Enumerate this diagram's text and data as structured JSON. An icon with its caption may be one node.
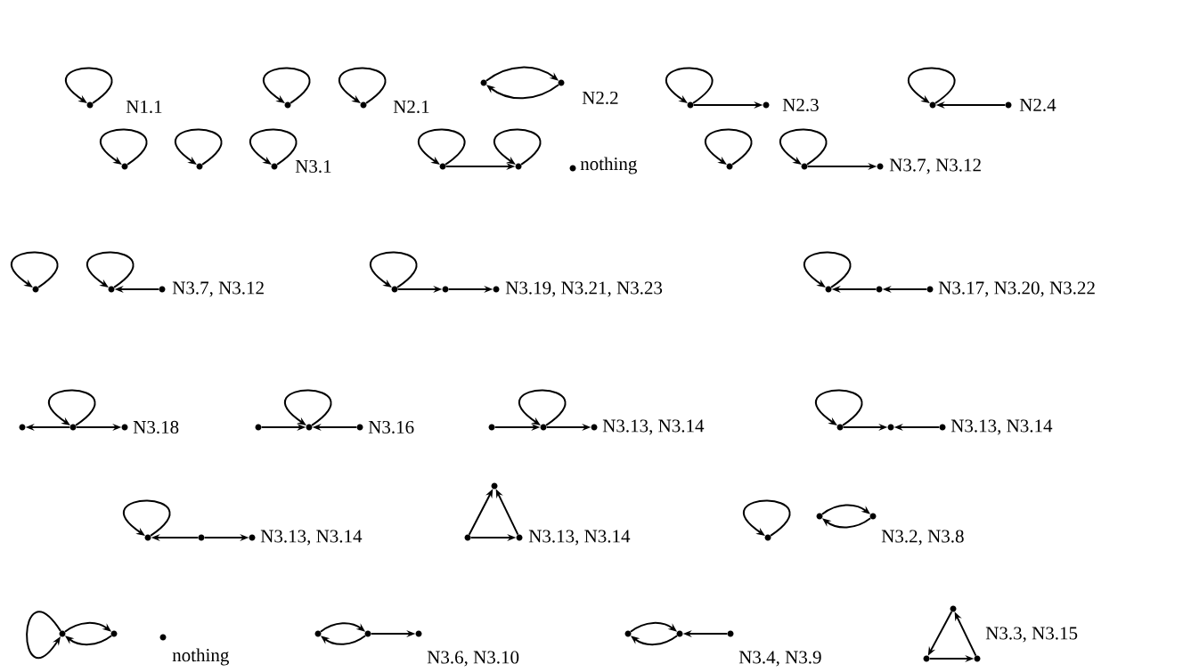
{
  "diagram": {
    "nodes": [
      {
        "text": [],
        "shape": "circle"
      },
      {
        "text": [],
        "shape": "circle"
      },
      {
        "text": [],
        "shape": "circle"
      },
      {
        "text": [],
        "shape": "circle"
      },
      {
        "text": [],
        "shape": "circle"
      },
      {
        "text": [],
        "shape": "circle"
      },
      {
        "text": [],
        "shape": "circle"
      },
      {
        "text": [],
        "shape": "circle"
      },
      {
        "text": [],
        "shape": "circle"
      },
      {
        "text": [],
        "shape": "circle"
      },
      {
        "text": [],
        "shape": "circle"
      },
      {
        "text": [],
        "shape": "circle"
      },
      {
        "text": [],
        "shape": "circle"
      },
      {
        "text": [],
        "shape": "circle"
      },
      {
        "text": [],
        "shape": "circle"
      },
      {
        "text": [],
        "shape": "circle"
      },
      {
        "text": [],
        "shape": "circle"
      },
      {
        "text": [],
        "shape": "circle"
      },
      {
        "text": [],
        "shape": "circle"
      },
      {
        "text": [],
        "shape": "circle"
      },
      {
        "text": [],
        "shape": "circle"
      },
      {
        "text": [],
        "shape": "circle"
      },
      {
        "text": [],
        "shape": "circle"
      },
      {
        "text": [],
        "shape": "circle"
      },
      {
        "text": [],
        "shape": "circle"
      },
      {
        "text": [],
        "shape": "circle"
      },
      {
        "text": [],
        "shape": "circle"
      },
      {
        "text": [],
        "shape": "circle"
      },
      {
        "text": [],
        "shape": "circle"
      },
      {
        "text": [],
        "shape": "circle"
      },
      {
        "text": [],
        "shape": "circle"
      },
      {
        "text": [],
        "shape": "circle"
      },
      {
        "text": [],
        "shape": "circle"
      },
      {
        "text": [],
        "shape": "circle"
      },
      {
        "text": [],
        "shape": "circle"
      },
      {
        "text": [],
        "shape": "circle"
      },
      {
        "text": [],
        "shape": "circle"
      },
      {
        "text": [],
        "shape": "circle"
      },
      {
        "text": [],
        "shape": "circle"
      },
      {
        "text": [],
        "shape": "circle"
      },
      {
        "text": [],
        "shape": "circle"
      },
      {
        "text": [],
        "shape": "circle"
      },
      {
        "text": [],
        "shape": "circle"
      },
      {
        "text": [],
        "shape": "circle"
      },
      {
        "text": [],
        "shape": "circle"
      },
      {
        "text": [],
        "shape": "circle"
      },
      {
        "text": [],
        "shape": "circle"
      },
      {
        "text": [],
        "shape": "circle"
      },
      {
        "text": [],
        "shape": "circle"
      },
      {
        "text": [],
        "shape": "circle"
      },
      {
        "text": [],
        "shape": "circle"
      },
      {
        "text": [],
        "shape": "circle"
      },
      {
        "text": [],
        "shape": "circle"
      },
      {
        "text": [],
        "shape": "circle"
      },
      {
        "text": [],
        "shape": "circle"
      },
      {
        "text": [],
        "shape": "circle"
      },
      {
        "text": [],
        "shape": "circle"
      },
      {
        "text": [],
        "shape": "circle"
      },
      {
        "text": [],
        "shape": "circle"
      },
      {
        "text": [],
        "shape": "circle"
      }
    ],
    "edges": [
      {
        "from": 0,
        "to": 0,
        "arrow": "to"
      },
      {
        "from": 1,
        "to": 1,
        "arrow": "to"
      },
      {
        "from": 2,
        "to": 2,
        "arrow": "to"
      },
      {
        "from": 3,
        "to": 4,
        "arrow": "to"
      },
      {
        "from": 4,
        "to": 3,
        "arrow": "to"
      },
      {
        "from": 5,
        "to": 5,
        "arrow": "to"
      },
      {
        "from": 5,
        "to": 6,
        "arrow": "to"
      },
      {
        "from": 7,
        "to": 7,
        "arrow": "to"
      },
      {
        "from": 8,
        "to": 7,
        "arrow": "to"
      },
      {
        "from": 9,
        "to": 9,
        "arrow": "to"
      },
      {
        "from": 10,
        "to": 10,
        "arrow": "to"
      },
      {
        "from": 11,
        "to": 11,
        "arrow": "to"
      },
      {
        "from": 12,
        "to": 12,
        "arrow": "to"
      },
      {
        "from": 13,
        "to": 13,
        "arrow": "to"
      },
      {
        "from": 12,
        "to": 13,
        "arrow": "to"
      },
      {
        "from": 15,
        "to": 15,
        "arrow": "to"
      },
      {
        "from": 16,
        "to": 16,
        "arrow": "to"
      },
      {
        "from": 16,
        "to": 17,
        "arrow": "to"
      },
      {
        "from": 18,
        "to": 18,
        "arrow": "to"
      },
      {
        "from": 19,
        "to": 19,
        "arrow": "to"
      },
      {
        "from": 20,
        "to": 19,
        "arrow": "to"
      },
      {
        "from": 21,
        "to": 21,
        "arrow": "to"
      },
      {
        "from": 21,
        "to": 22,
        "arrow": "to"
      },
      {
        "from": 22,
        "to": 23,
        "arrow": "to"
      },
      {
        "from": 24,
        "to": 24,
        "arrow": "to"
      },
      {
        "from": 25,
        "to": 24,
        "arrow": "to"
      },
      {
        "from": 26,
        "to": 25,
        "arrow": "to"
      },
      {
        "from": 28,
        "to": 28,
        "arrow": "to"
      },
      {
        "from": 28,
        "to": 27,
        "arrow": "to"
      },
      {
        "from": 28,
        "to": 29,
        "arrow": "to"
      },
      {
        "from": 31,
        "to": 31,
        "arrow": "to"
      },
      {
        "from": 30,
        "to": 31,
        "arrow": "to"
      },
      {
        "from": 32,
        "to": 31,
        "arrow": "to"
      },
      {
        "from": 34,
        "to": 34,
        "arrow": "to"
      },
      {
        "from": 33,
        "to": 34,
        "arrow": "to"
      },
      {
        "from": 34,
        "to": 35,
        "arrow": "to"
      },
      {
        "from": 36,
        "to": 36,
        "arrow": "to"
      },
      {
        "from": 36,
        "to": 37,
        "arrow": "to"
      },
      {
        "from": 38,
        "to": 37,
        "arrow": "to"
      },
      {
        "from": 39,
        "to": 39,
        "arrow": "to"
      },
      {
        "from": 40,
        "to": 39,
        "arrow": "to"
      },
      {
        "from": 40,
        "to": 41,
        "arrow": "to"
      },
      {
        "from": 43,
        "to": 44,
        "arrow": "to"
      },
      {
        "from": 43,
        "to": 42,
        "arrow": "to"
      },
      {
        "from": 44,
        "to": 42,
        "arrow": "to"
      },
      {
        "from": 45,
        "to": 45,
        "arrow": "to"
      },
      {
        "from": 46,
        "to": 47,
        "arrow": "to"
      },
      {
        "from": 47,
        "to": 46,
        "arrow": "to"
      },
      {
        "from": 48,
        "to": 48,
        "arrow": "to"
      },
      {
        "from": 48,
        "to": 49,
        "arrow": "to"
      },
      {
        "from": 49,
        "to": 48,
        "arrow": "to"
      },
      {
        "from": 51,
        "to": 52,
        "arrow": "to"
      },
      {
        "from": 52,
        "to": 51,
        "arrow": "to"
      },
      {
        "from": 52,
        "to": 53,
        "arrow": "to"
      },
      {
        "from": 54,
        "to": 55,
        "arrow": "to"
      },
      {
        "from": 55,
        "to": 54,
        "arrow": "to"
      },
      {
        "from": 56,
        "to": 55,
        "arrow": "to"
      },
      {
        "from": 58,
        "to": 59,
        "arrow": "to"
      },
      {
        "from": 59,
        "to": 57,
        "arrow": "to"
      },
      {
        "from": 57,
        "to": 58,
        "arrow": "to"
      }
    ],
    "labels": [
      "N1.1",
      "N2.1",
      "N2.2",
      "N2.3",
      "N2.4",
      "N3.1",
      "nothing",
      "N3.7, N3.12",
      "N3.7, N3.12",
      "N3.19, N3.21, N3.23",
      "N3.17, N3.20, N3.22",
      "N3.18",
      "N3.16",
      "N3.13, N3.14",
      "N3.13, N3.14",
      "N3.13, N3.14",
      "N3.13, N3.14",
      "N3.2, N3.8",
      "nothing",
      "N3.6, N3.10",
      "N3.4, N3.9",
      "N3.3, N3.15"
    ]
  }
}
